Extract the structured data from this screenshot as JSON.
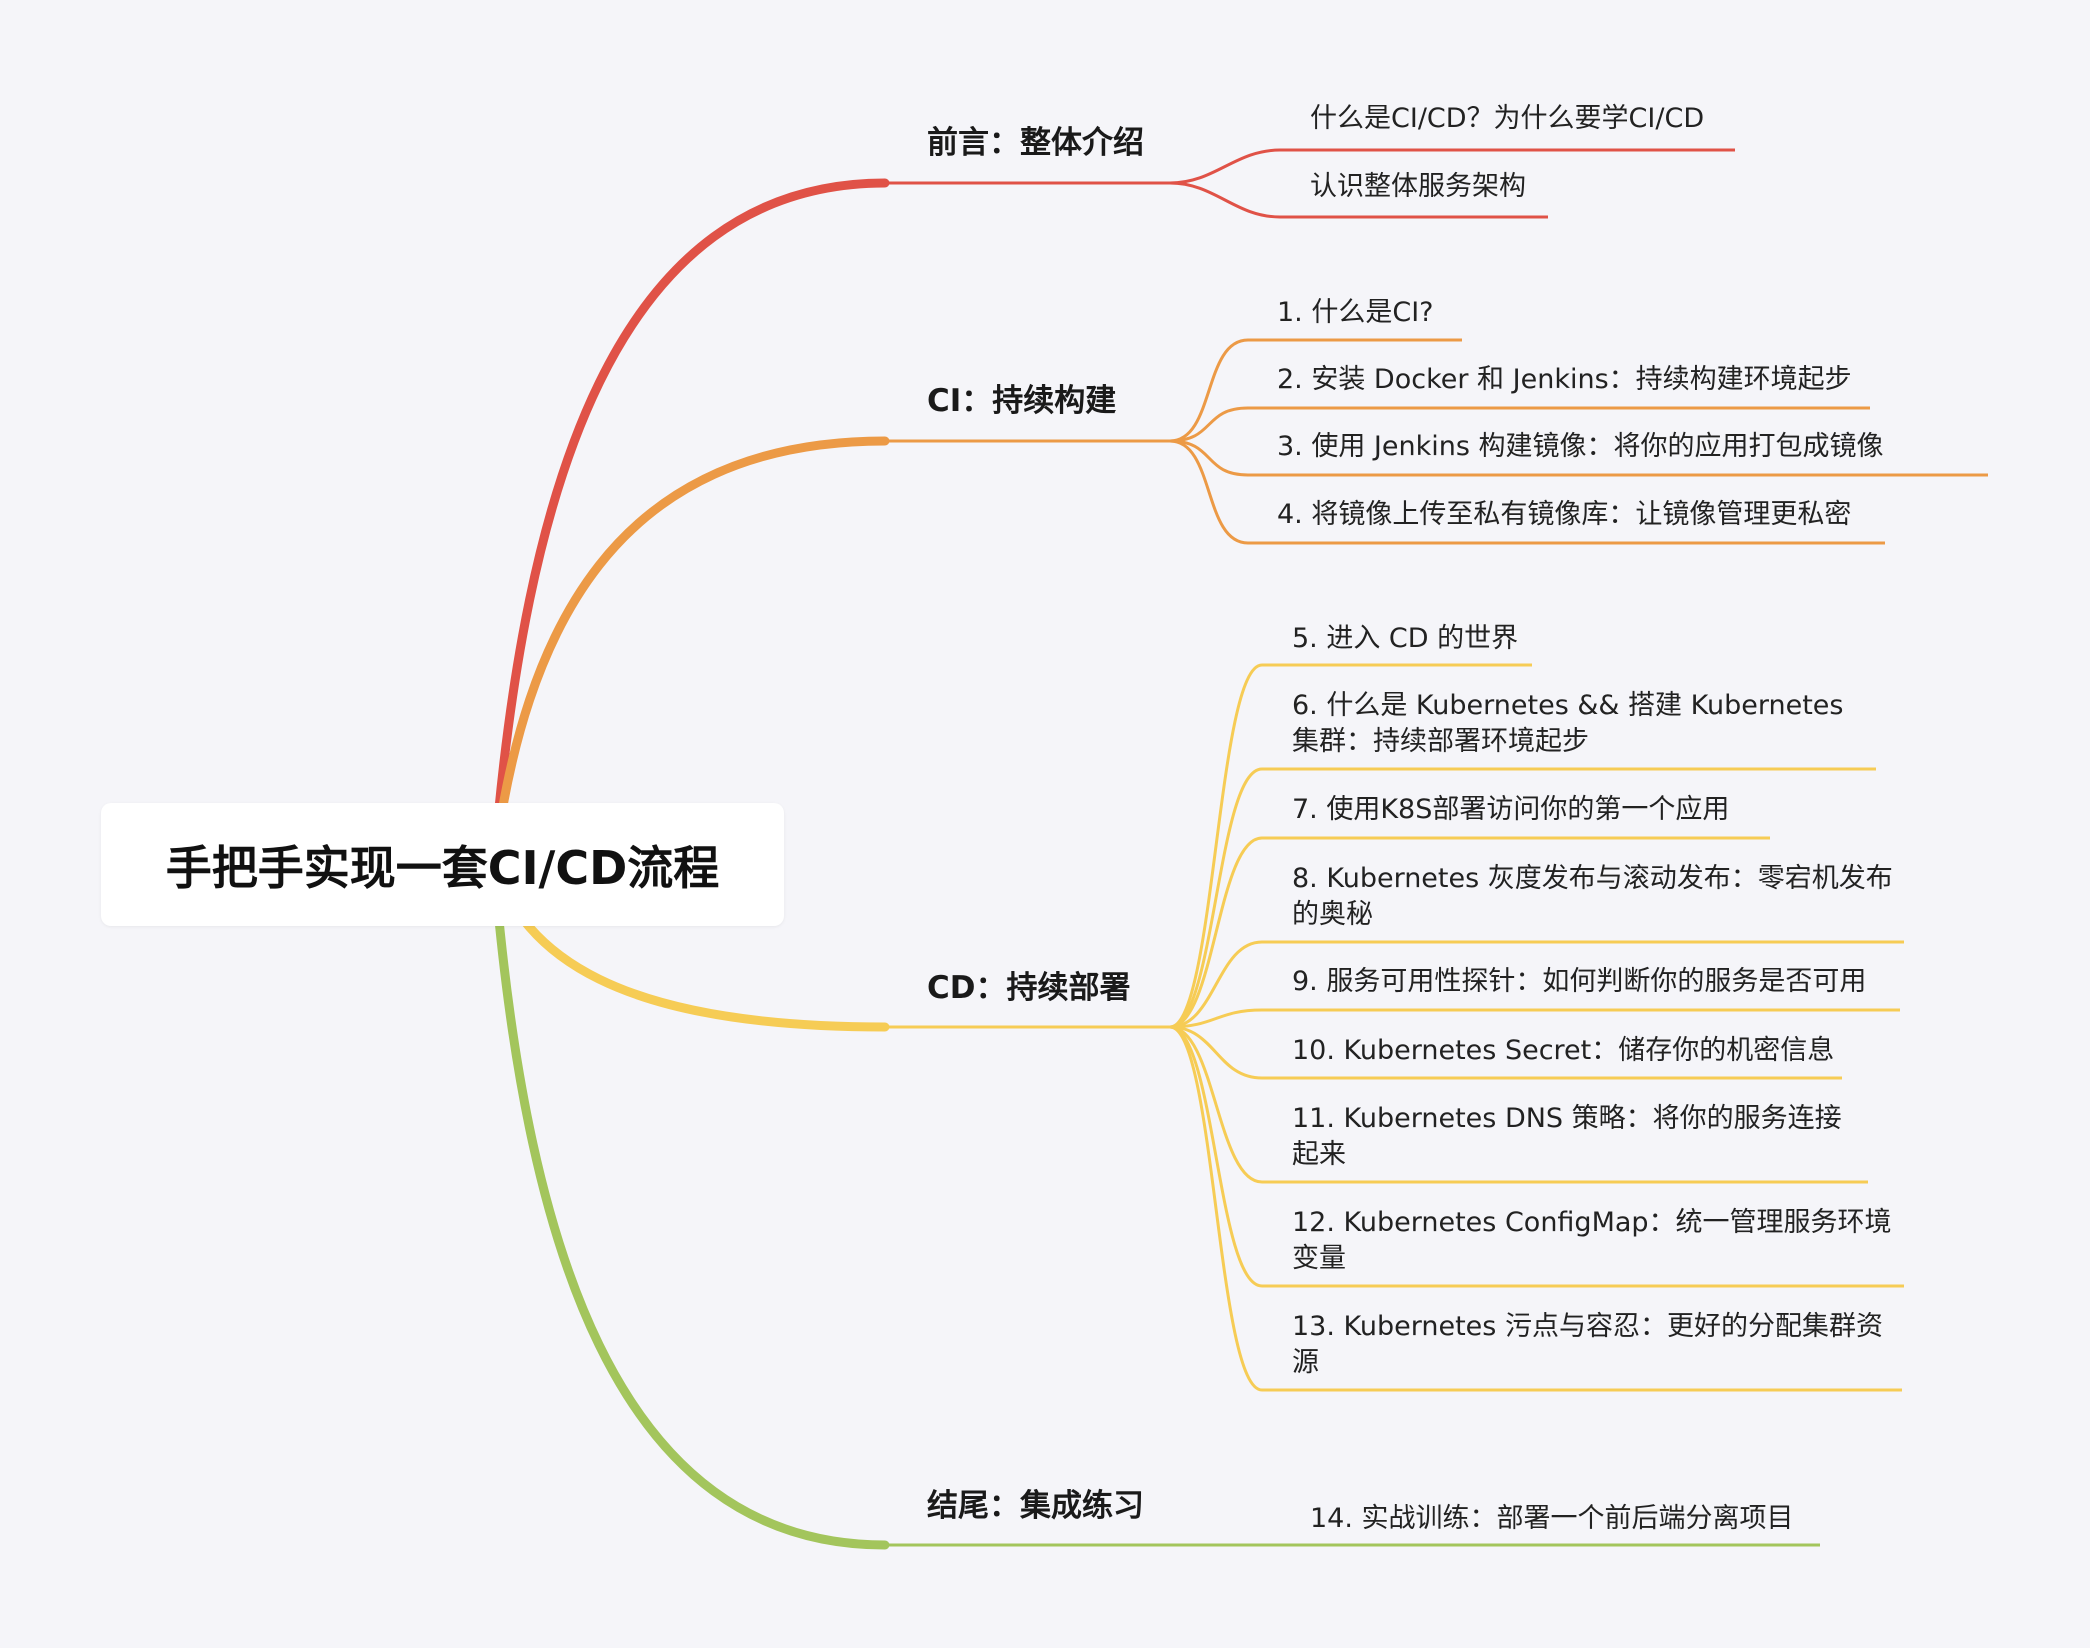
{
  "root": {
    "title": "手把手实现一套CI/CD流程"
  },
  "branches": [
    {
      "label": "前言：整体介绍",
      "color": "#e05247",
      "items": [
        "什么是CI/CD？为什么要学CI/CD",
        "认识整体服务架构"
      ]
    },
    {
      "label": "CI：持续构建",
      "color": "#ec9a46",
      "items": [
        "1. 什么是CI?",
        "2. 安装 Docker 和 Jenkins：持续构建环境起步",
        "3. 使用 Jenkins 构建镜像：将你的应用打包成镜像",
        "4. 将镜像上传至私有镜像库：让镜像管理更私密"
      ]
    },
    {
      "label": "CD：持续部署",
      "color": "#f6cc55",
      "items": [
        "5. 进入 CD 的世界",
        "6. 什么是 Kubernetes && 搭建 Kubernetes 集群：持续部署环境起步",
        "7. 使用K8S部署访问你的第一个应用",
        "8. Kubernetes 灰度发布与滚动发布：零宕机发布的奥秘",
        "9. 服务可用性探针：如何判断你的服务是否可用",
        "10. Kubernetes Secret：储存你的机密信息",
        "11. Kubernetes DNS 策略：将你的服务连接起来",
        "12. Kubernetes ConfigMap：统一管理服务环境变量",
        "13. Kubernetes 污点与容忍：更好的分配集群资源"
      ]
    },
    {
      "label": "结尾：集成练习",
      "color": "#a3c55c",
      "items": [
        "14. 实战训练：部署一个前后端分离项目"
      ]
    }
  ]
}
